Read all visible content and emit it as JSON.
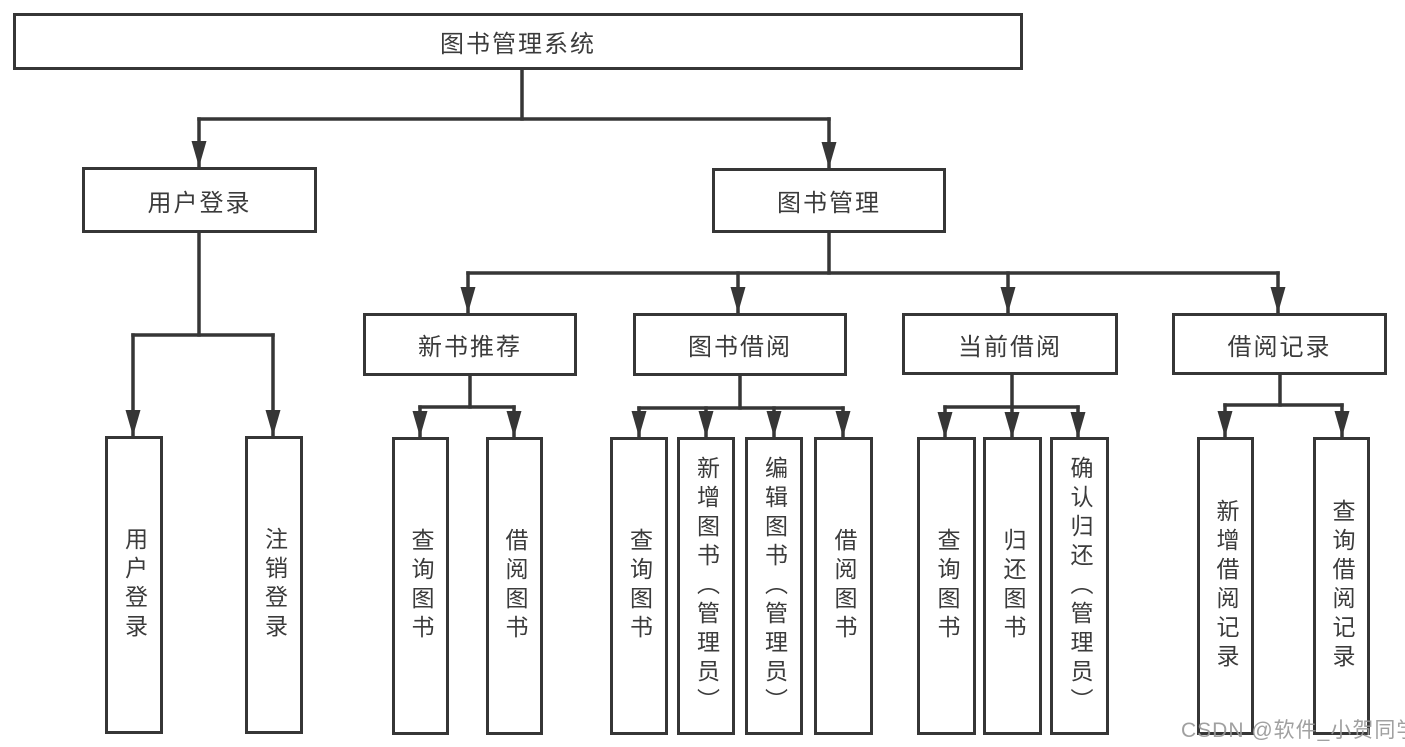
{
  "diagram": {
    "root": {
      "label": "图书管理系统"
    },
    "branches": [
      {
        "label": "用户登录",
        "children": [
          {
            "label": "用户登录"
          },
          {
            "label": "注销登录"
          }
        ]
      },
      {
        "label": "图书管理",
        "children": [
          {
            "label": "新书推荐",
            "children": [
              {
                "label": "查询图书"
              },
              {
                "label": "借阅图书"
              }
            ]
          },
          {
            "label": "图书借阅",
            "children": [
              {
                "label": "查询图书"
              },
              {
                "label": "新增图书（管理员）"
              },
              {
                "label": "编辑图书（管理员）"
              },
              {
                "label": "借阅图书"
              }
            ]
          },
          {
            "label": "当前借阅",
            "children": [
              {
                "label": "查询图书"
              },
              {
                "label": "归还图书"
              },
              {
                "label": "确认归还（管理员）"
              }
            ]
          },
          {
            "label": "借阅记录",
            "children": [
              {
                "label": "新增借阅记录"
              },
              {
                "label": "查询借阅记录"
              }
            ]
          }
        ]
      }
    ],
    "colors": {
      "line": "#363636",
      "box_border": "#363636",
      "text": "#3b3b3b",
      "watermark": "#989898",
      "background": "#ffffff"
    }
  },
  "watermark": {
    "text": "CSDN @软件_小贺同学"
  }
}
